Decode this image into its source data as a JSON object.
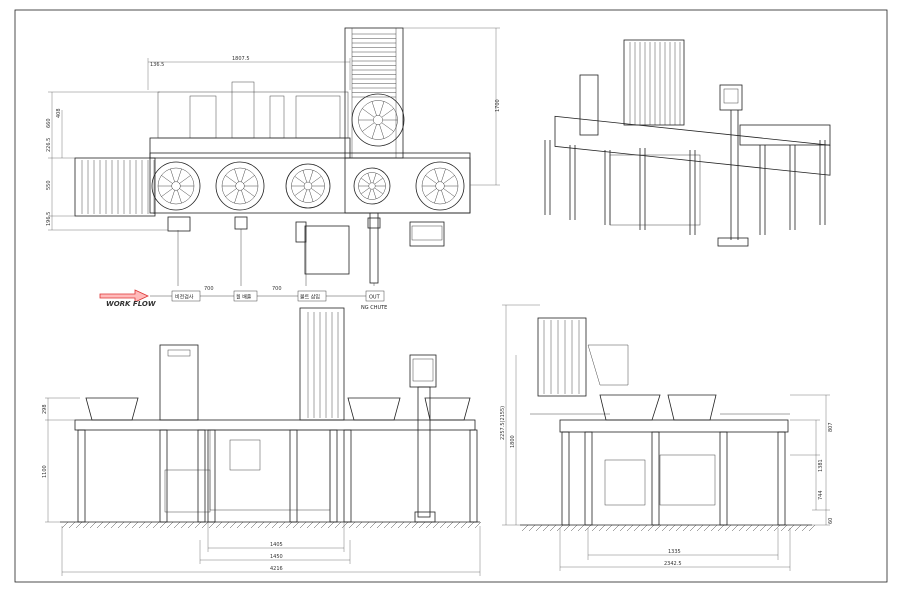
{
  "drawing": {
    "workflow_label": "WORK FLOW",
    "flow_steps": [
      {
        "label": "비전검사"
      },
      {
        "label": "휠 배출"
      },
      {
        "label": "볼트 삽입"
      },
      {
        "label": "OUT"
      }
    ],
    "flow_step_distances": [
      "700",
      "700"
    ],
    "ng_chute_label": "NG CHUTE",
    "top_view_dims": {
      "width_total": "1807.5",
      "left_offset": "136.5",
      "height_right": "1700",
      "v1": "660",
      "v2": "408",
      "v3": "226.5",
      "v4": "550",
      "v5": "196.5"
    },
    "front_view_dims": {
      "height_top": "298",
      "height_left": "1100",
      "w1": "1405",
      "w2": "1450",
      "w3": "4216"
    },
    "side_view_dims": {
      "height_total": "2257.5(2155)",
      "h2": "1800",
      "r1": "807",
      "r2": "1381",
      "r3": "744",
      "r4": "60",
      "w1": "1335",
      "w2": "2342.5"
    }
  }
}
